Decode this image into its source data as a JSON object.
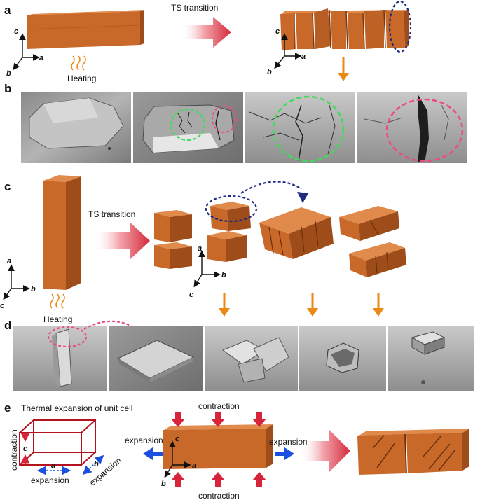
{
  "panels": {
    "a": "a",
    "b": "b",
    "c": "c",
    "d": "d",
    "e": "e"
  },
  "text": {
    "ts_transition_top": "TS transition",
    "ts_transition_mid": "TS transition",
    "heating_top": "Heating",
    "heating_mid": "Heating",
    "thermal_expansion_title": "Thermal expansion of unit cell",
    "contraction_top": "contraction",
    "contraction_bottom": "contraction",
    "expansion_left": "expansion",
    "expansion_right": "expansion",
    "cell_contraction": "contraction",
    "cell_expansion_a": "expansion",
    "cell_expansion_b": "expansion"
  },
  "axes": {
    "a": "a",
    "b": "b",
    "c": "c"
  },
  "colors": {
    "crystal_front": "#c8692a",
    "crystal_top": "#e08a4c",
    "crystal_side": "#9e4c1a",
    "arrow_red": "#d8243a",
    "arrow_orange": "#e98a17",
    "navy_dashed": "#1c2a80",
    "green_dashed": "#3ddc5a",
    "pink_dashed": "#ee4c7e",
    "blue_arrow": "#1a4fe0",
    "cell_red": "#b3121f"
  }
}
